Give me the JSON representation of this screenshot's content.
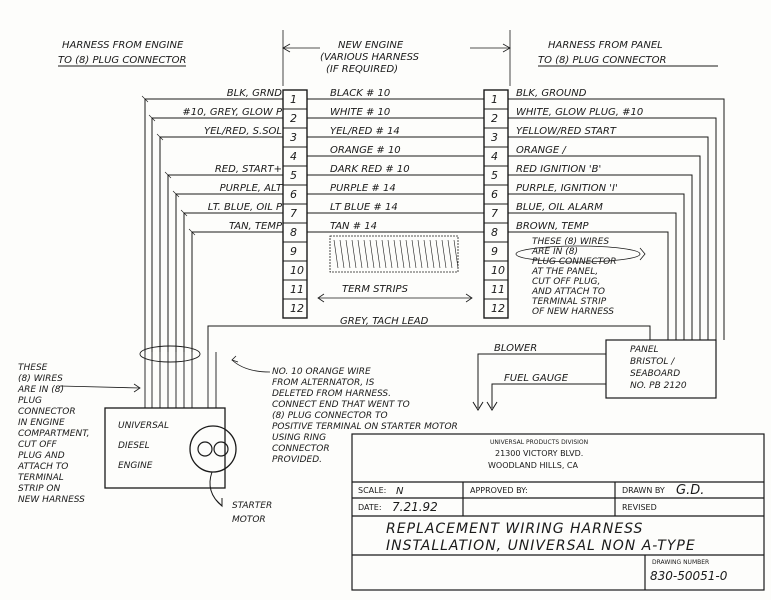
{
  "headers": {
    "left": [
      "HARNESS FROM ENGINE",
      "TO (8) PLUG CONNECTOR"
    ],
    "middle": [
      "NEW ENGINE",
      "(VARIOUS HARNESS",
      "(IF REQUIRED)"
    ],
    "right": [
      "HARNESS FROM PANEL",
      "TO (8) PLUG CONNECTOR"
    ]
  },
  "terminal_numbers": [
    "1",
    "2",
    "3",
    "4",
    "5",
    "6",
    "7",
    "8",
    "9",
    "10",
    "11",
    "12"
  ],
  "left_wires": [
    {
      "row": 1,
      "label": "BLK, GRND"
    },
    {
      "row": 2,
      "label": "#10, GREY, GLOW P"
    },
    {
      "row": 3,
      "label": "YEL/RED, S.SOL"
    },
    {
      "row": 5,
      "label": "RED, START+"
    },
    {
      "row": 6,
      "label": "PURPLE, ALT"
    },
    {
      "row": 7,
      "label": "LT. BLUE, OIL P"
    },
    {
      "row": 8,
      "label": "TAN, TEMP"
    }
  ],
  "middle_wires": [
    {
      "row": 1,
      "label": "BLACK # 10"
    },
    {
      "row": 2,
      "label": "WHITE # 10"
    },
    {
      "row": 3,
      "label": "YEL/RED # 14"
    },
    {
      "row": 4,
      "label": "ORANGE # 10"
    },
    {
      "row": 5,
      "label": "DARK RED # 10"
    },
    {
      "row": 6,
      "label": "PURPLE # 14"
    },
    {
      "row": 7,
      "label": "LT BLUE # 14"
    },
    {
      "row": 8,
      "label": "TAN # 14"
    }
  ],
  "right_wires": [
    {
      "row": 1,
      "label": "BLK, GROUND"
    },
    {
      "row": 2,
      "label": "WHITE, GLOW PLUG, #10"
    },
    {
      "row": 3,
      "label": "YELLOW/RED START"
    },
    {
      "row": 4,
      "label": "ORANGE /"
    },
    {
      "row": 5,
      "label": "RED IGNITION 'B'"
    },
    {
      "row": 6,
      "label": "PURPLE, IGNITION 'I'"
    },
    {
      "row": 7,
      "label": "BLUE, OIL ALARM"
    },
    {
      "row": 8,
      "label": "BROWN, TEMP"
    }
  ],
  "term_strips_label": "TERM STRIPS",
  "right_note": [
    "THESE (8) WIRES",
    "ARE IN (8)",
    "PLUG CONNECTOR",
    "AT THE PANEL,",
    "CUT OFF PLUG,",
    "AND ATTACH TO",
    "TERMINAL STRIP",
    "OF NEW HARNESS"
  ],
  "grey_tach_label": "GREY, TACH LEAD",
  "blower_label": "BLOWER",
  "fuel_gauge_label": "FUEL GAUGE",
  "panel_label": [
    "PANEL",
    "BRISTOL /",
    "SEABOARD",
    "NO. PB 2120"
  ],
  "left_note": [
    "THESE",
    "(8) WIRES",
    "ARE IN (8)",
    "PLUG",
    "CONNECTOR",
    "IN ENGINE",
    "COMPARTMENT,",
    "CUT OFF",
    "PLUG AND",
    "ATTACH TO",
    "TERMINAL",
    "STRIP ON",
    "NEW HARNESS"
  ],
  "engine_label": [
    "UNIVERSAL",
    "DIESEL",
    "ENGINE"
  ],
  "starter_label": [
    "STARTER",
    "MOTOR"
  ],
  "center_note": [
    "NO. 10 ORANGE WIRE",
    "FROM ALTERNATOR, IS",
    "DELETED FROM HARNESS.",
    "CONNECT END THAT WENT TO",
    "(8) PLUG CONNECTOR TO",
    "POSITIVE TERMINAL ON STARTER MOTOR",
    "USING RING",
    "CONNECTOR",
    "PROVIDED."
  ],
  "title_block": {
    "company_small": "UNIVERSAL PRODUCTS DIVISION",
    "address_1": "21300 VICTORY BLVD.",
    "address_2": "WOODLAND HILLS, CA",
    "scale_label": "SCALE:",
    "scale_value": "N",
    "date_label": "DATE:",
    "date_value": "7.21.92",
    "approved_label": "APPROVED BY:",
    "drawn_label": "DRAWN BY",
    "drawn_value": "G.D.",
    "revised_label": "REVISED",
    "title_1": "REPLACEMENT WIRING HARNESS",
    "title_2": "INSTALLATION, UNIVERSAL NON A-TYPE",
    "drawing_no_label": "DRAWING NUMBER",
    "drawing_no": "830-50051-0"
  }
}
